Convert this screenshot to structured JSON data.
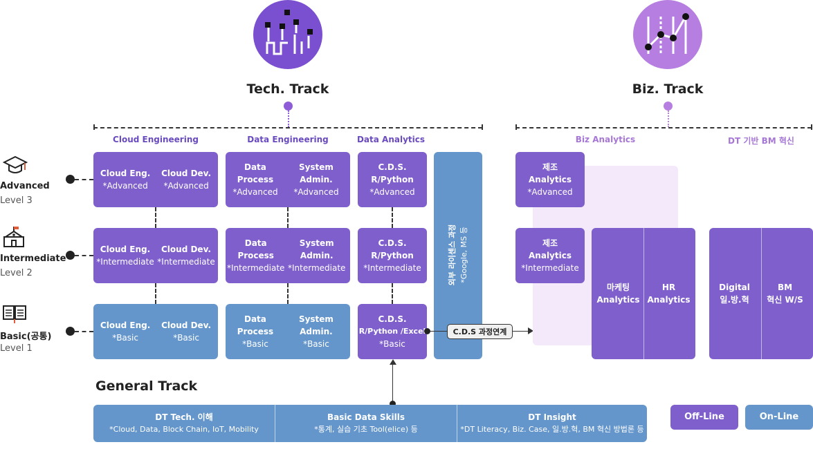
{
  "tracks": {
    "tech_title": "Tech. Track",
    "biz_title": "Biz. Track",
    "general_title": "General Track"
  },
  "columns": {
    "cloud": "Cloud Engineering",
    "data_eng": "Data Engineering",
    "data_analytics": "Data Analytics",
    "biz_analytics": "Biz Analytics",
    "dt_bm": "DT 기반 BM 혁신"
  },
  "levels": [
    {
      "name": "Advanced",
      "level": "Level 3"
    },
    {
      "name": "Intermediate",
      "level": "Level 2"
    },
    {
      "name": "Basic(공통)",
      "level": "Level 1"
    }
  ],
  "tech": {
    "advanced": {
      "cloud": [
        {
          "t": "Cloud Eng.",
          "s": "*Advanced"
        },
        {
          "t": "Cloud Dev.",
          "s": "*Advanced"
        }
      ],
      "data": [
        {
          "t": "Data Process",
          "s": "*Advanced"
        },
        {
          "t": "System Admin.",
          "s": "*Advanced"
        }
      ],
      "cds": {
        "t1": "C.D.S.",
        "t2": "R/Python",
        "s": "*Advanced"
      }
    },
    "intermediate": {
      "cloud": [
        {
          "t": "Cloud Eng.",
          "s": "*Intermediate"
        },
        {
          "t": "Cloud Dev.",
          "s": "*Intermediate"
        }
      ],
      "data": [
        {
          "t": "Data Process",
          "s": "*Intermediate"
        },
        {
          "t": "System Admin.",
          "s": "*Intermediate"
        }
      ],
      "cds": {
        "t1": "C.D.S.",
        "t2": "R/Python",
        "s": "*Intermediate"
      }
    },
    "basic": {
      "cloud": [
        {
          "t": "Cloud Eng.",
          "s": "*Basic"
        },
        {
          "t": "Cloud Dev.",
          "s": "*Basic"
        }
      ],
      "data": [
        {
          "t": "Data Process",
          "s": "*Basic"
        },
        {
          "t": "System Admin.",
          "s": "*Basic"
        }
      ],
      "cds": {
        "t1": "C.D.S.",
        "t2": "R/Python /Excel",
        "s": "*Basic"
      }
    },
    "external": {
      "t": "외부 라이센스 과정",
      "s": "*Google, MS 등"
    }
  },
  "cds_link": "C.D.S 과정연계",
  "biz": {
    "adv": {
      "t1": "제조",
      "t2": "Analytics",
      "s": "*Advanced"
    },
    "int": {
      "t1": "제조",
      "t2": "Analytics",
      "s": "*Intermediate"
    },
    "marketing": {
      "t1": "마케팅",
      "t2": "Analytics"
    },
    "hr": {
      "t1": "HR",
      "t2": "Analytics"
    },
    "digital": {
      "t1": "Digital",
      "t2": "일.방.혁"
    },
    "bm": {
      "t1": "BM",
      "t2": "혁신 W/S"
    }
  },
  "general": [
    {
      "t": "DT Tech. 이해",
      "s": "*Cloud, Data, Block Chain, IoT, Mobility"
    },
    {
      "t": "Basic Data Skills",
      "s": "*통계, 실습 기초 Tool(elice) 등"
    },
    {
      "t": "DT Insight",
      "s": "*DT Literacy, Biz. Case, 일.방.혁, BM 혁신 방법론 등"
    }
  ],
  "legend": {
    "offline": "Off-Line",
    "online": "On-Line"
  },
  "colors": {
    "purple": "#7e5fcb",
    "blue": "#6496cb",
    "biz_header": "#a777d6",
    "icon": "#8d5cd6",
    "light": "#f3e9fa"
  }
}
